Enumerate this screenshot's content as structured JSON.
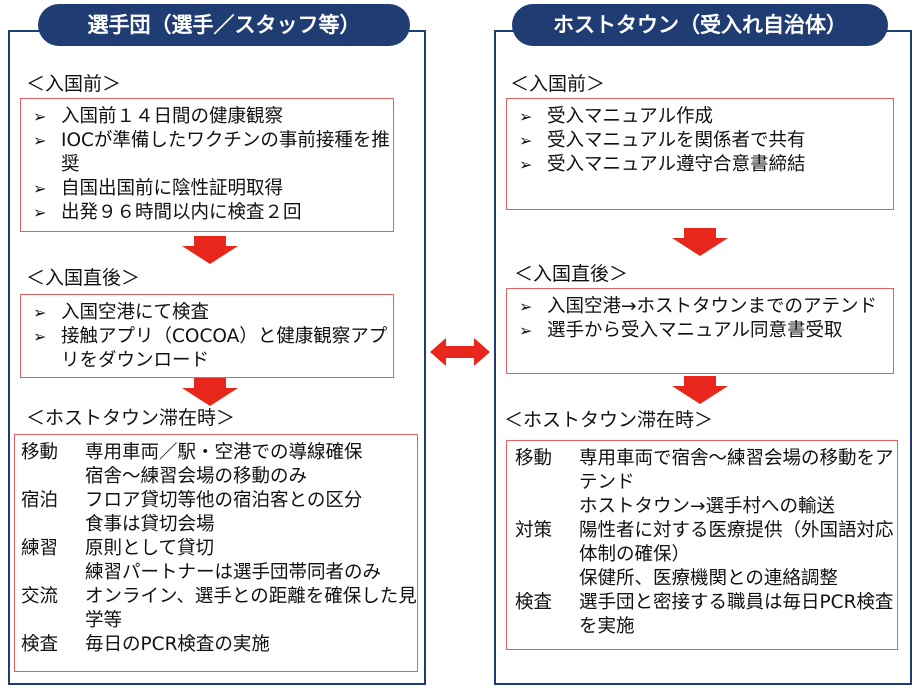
{
  "left": {
    "title": "選手団（選手／スタッフ等）",
    "sections": [
      {
        "label": "＜入国前＞",
        "items": [
          "入国前１４日間の健康観察",
          "IOCが準備したワクチンの事前接種を推奨",
          "自国出国前に陰性証明取得",
          "出発９６時間以内に検査２回"
        ]
      },
      {
        "label": "＜入国直後＞",
        "items": [
          "入国空港にて検査",
          "接触アプリ（COCOA）と健康観察アプリをダウンロード"
        ]
      },
      {
        "label": "＜ホストタウン滞在時＞",
        "rows": [
          {
            "key": "移動",
            "lines": [
              "専用車両／駅・空港での導線確保",
              "宿舎～練習会場の移動のみ"
            ]
          },
          {
            "key": "宿泊",
            "lines": [
              "フロア貸切等他の宿泊客との区分",
              "食事は貸切会場"
            ]
          },
          {
            "key": "練習",
            "lines": [
              "原則として貸切",
              "練習パートナーは選手団帯同者のみ"
            ]
          },
          {
            "key": "交流",
            "lines": [
              "オンライン、選手との距離を確保した見学等"
            ]
          },
          {
            "key": "検査",
            "lines": [
              "毎日のPCR検査の実施"
            ]
          }
        ]
      }
    ]
  },
  "right": {
    "title": "ホストタウン（受入れ自治体）",
    "sections": [
      {
        "label": "＜入国前＞",
        "items": [
          "受入マニュアル作成",
          "受入マニュアルを関係者で共有",
          "受入マニュアル遵守合意書締結"
        ]
      },
      {
        "label": "＜入国直後＞",
        "items": [
          "入国空港→ホストタウンまでのアテンド",
          "選手から受入マニュアル同意書受取"
        ]
      },
      {
        "label": "＜ホストタウン滞在時＞",
        "rows": [
          {
            "key": "移動",
            "lines": [
              "専用車両で宿舎～練習会場の移動をアテンド",
              "ホストタウン→選手村への輸送"
            ]
          },
          {
            "key": "対策",
            "lines": [
              "陽性者に対する医療提供（外国語対応体制の確保）",
              "保健所、医療機関との連絡調整"
            ]
          },
          {
            "key": "検査",
            "lines": [
              "選手団と密接する職員は毎日PCR検査を実施"
            ]
          }
        ]
      }
    ]
  },
  "colors": {
    "title_bg": "#1f3c73",
    "box_border": "#e06060",
    "arrow": "#e8261c"
  }
}
